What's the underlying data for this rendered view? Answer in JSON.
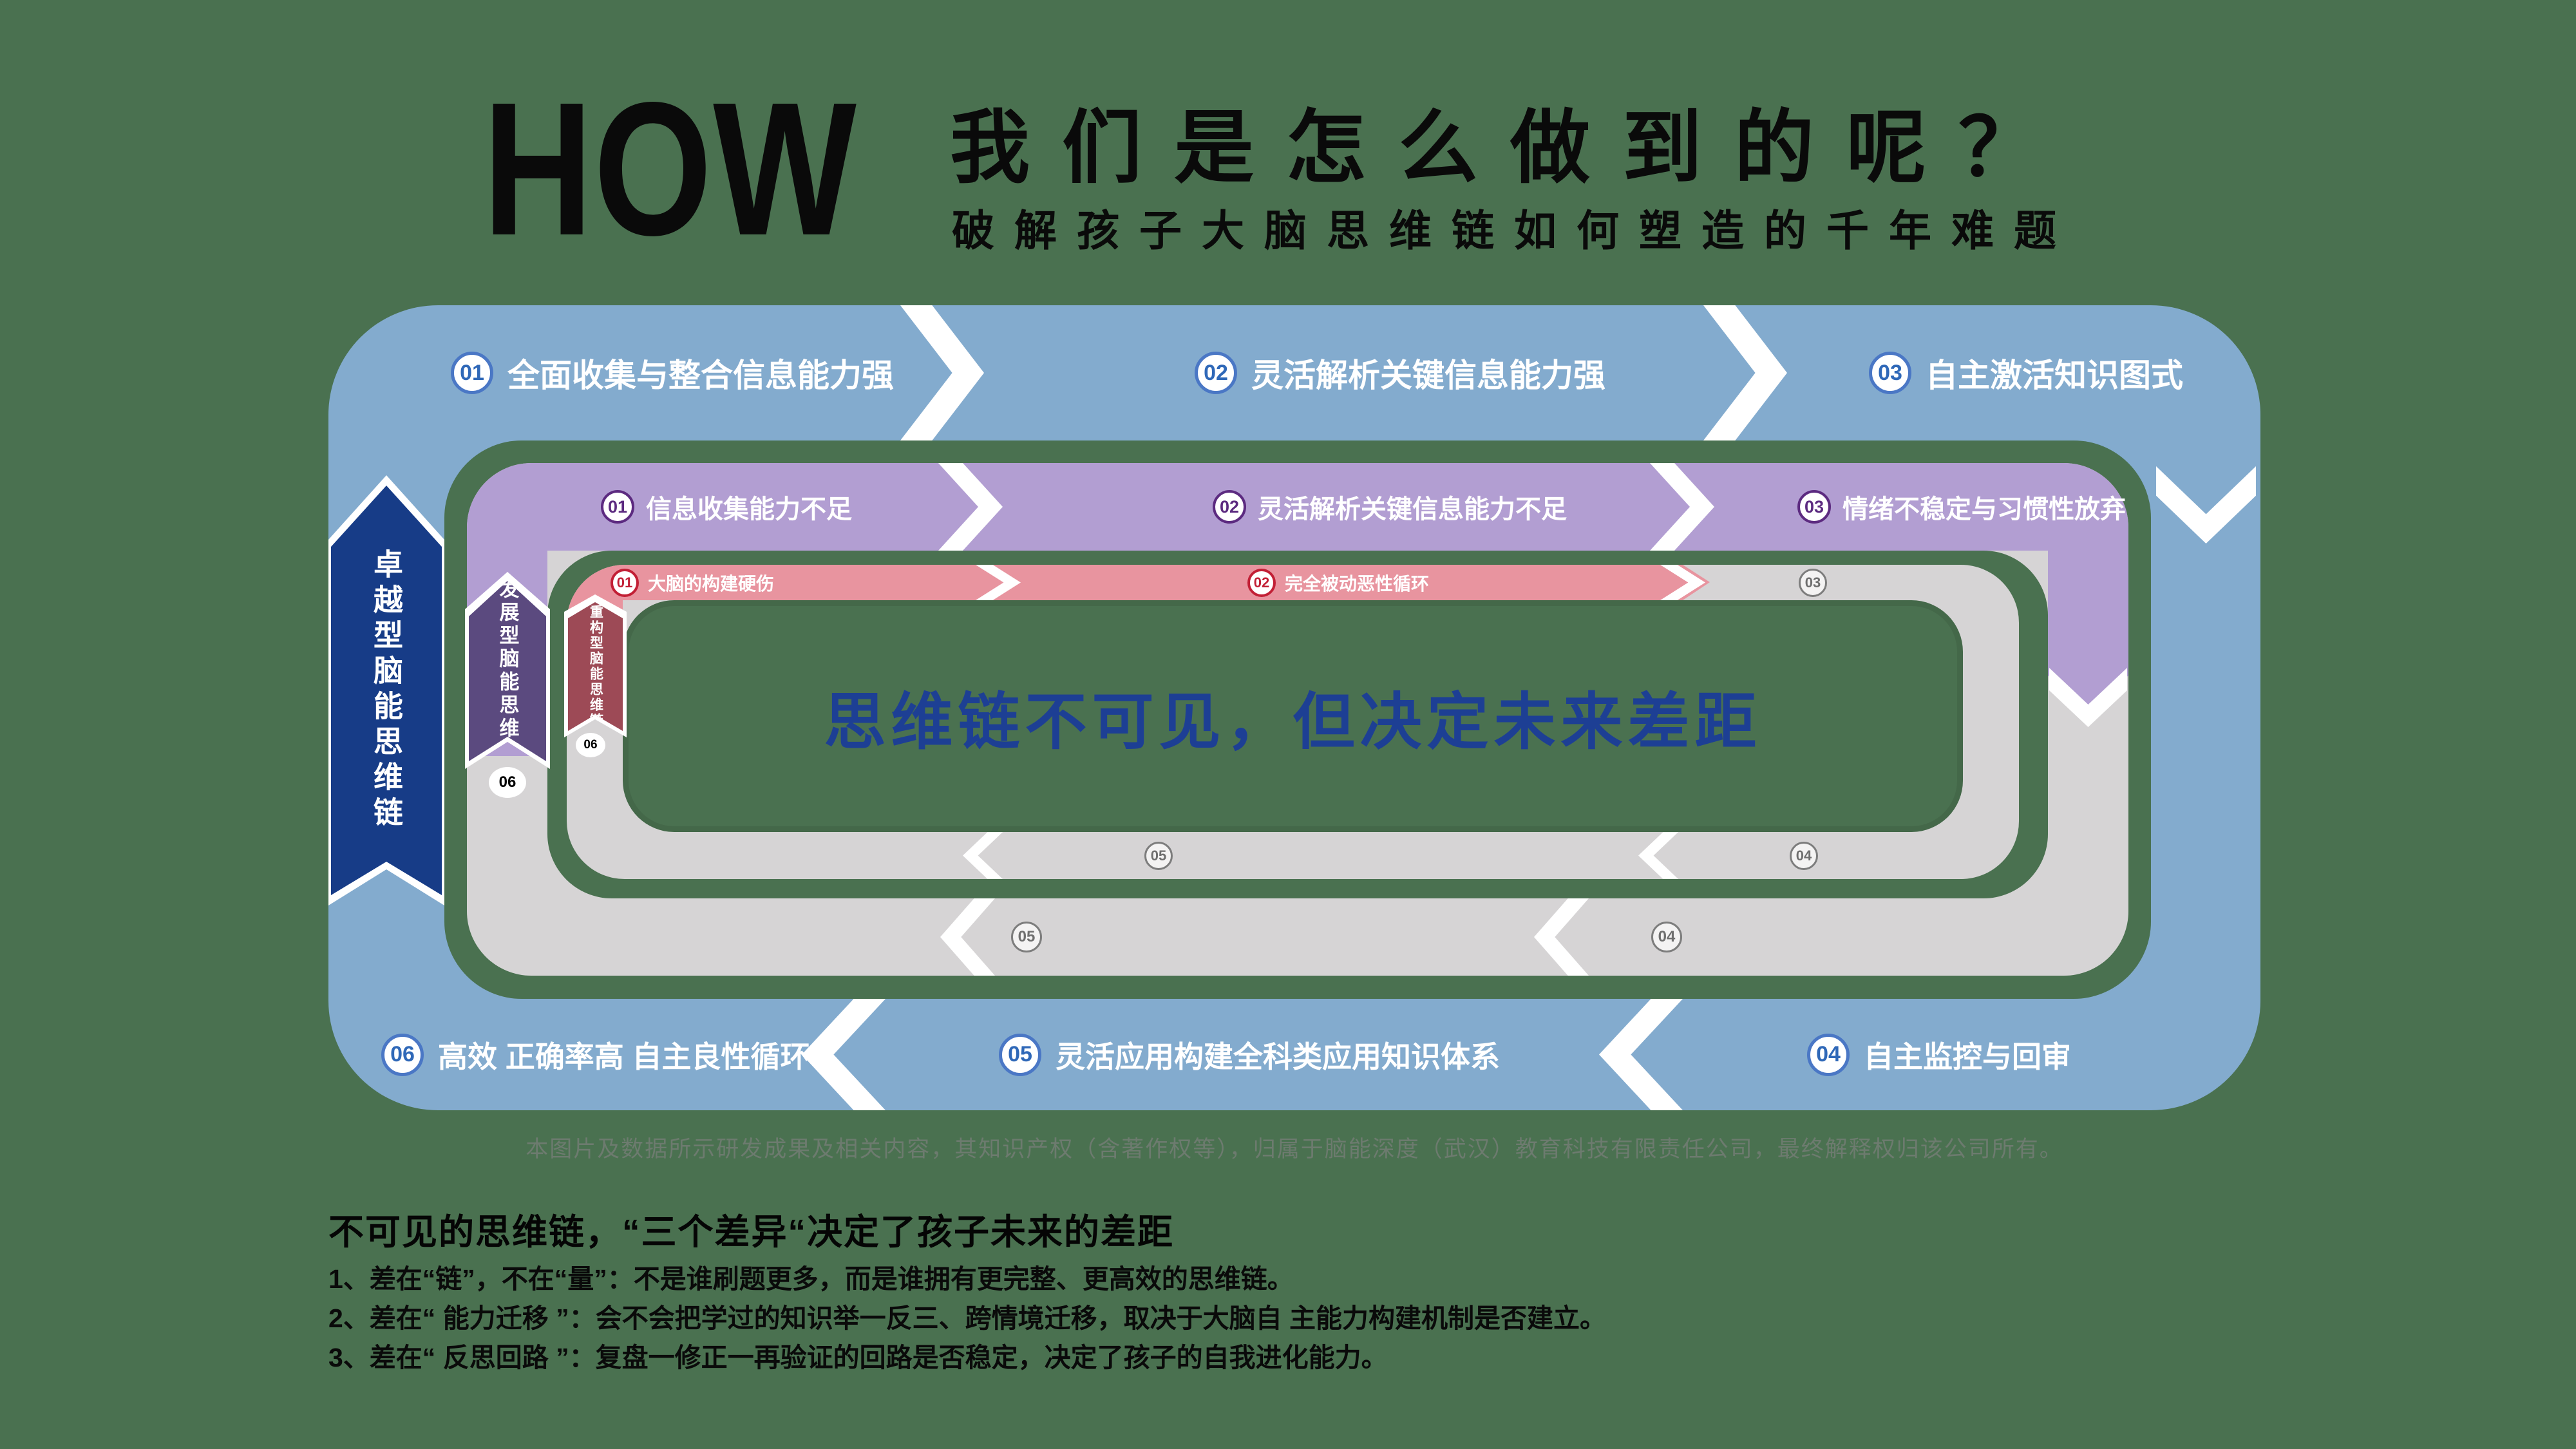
{
  "title": {
    "how": "HOW",
    "main": "我们是怎么做到的呢？",
    "sub": "破解孩子大脑思维链如何塑造的千年难题"
  },
  "banners": {
    "outer": "卓越型脑能思维链",
    "middle": "发展型脑能思维链",
    "inner": "重构型脑能思维链"
  },
  "steps": {
    "outer_top": [
      {
        "num": "01",
        "label": "全面收集与整合信息能力强"
      },
      {
        "num": "02",
        "label": "灵活解析关键信息能力强"
      },
      {
        "num": "03",
        "label": "自主激活知识图式"
      }
    ],
    "outer_bottom": [
      {
        "num": "06",
        "label": "高效 正确率高 自主良性循环"
      },
      {
        "num": "05",
        "label": "灵活应用构建全科类应用知识体系"
      },
      {
        "num": "04",
        "label": "自主监控与回审"
      }
    ],
    "middle_top": [
      {
        "num": "01",
        "label": "信息收集能力不足"
      },
      {
        "num": "02",
        "label": "灵活解析关键信息能力不足"
      },
      {
        "num": "03",
        "label": "情绪不稳定与习惯性放弃"
      }
    ],
    "middle_bottom": [
      {
        "num": "05"
      },
      {
        "num": "04"
      }
    ],
    "middle_loop": "06",
    "inner_top": [
      {
        "num": "01",
        "label": "大脑的构建硬伤"
      },
      {
        "num": "02",
        "label": "完全被动恶性循环"
      },
      {
        "num": "03",
        "label": ""
      }
    ],
    "inner_bottom": [
      {
        "num": "05"
      },
      {
        "num": "04"
      }
    ],
    "inner_loop": "06"
  },
  "center": {
    "text": "思维链不可见，但决定未来差距"
  },
  "disclaimer": "本图片及数据所示研发成果及相关内容，其知识产权（含著作权等），归属于脑能深度（武汉）教育科技有限责任公司，最终解释权归该公司所有。",
  "footer": {
    "heading": "不可见的思维链，“三个差异“决定了孩子未来的差距",
    "points": [
      "1、差在“链”，不在“量”：不是谁刷题更多，而是谁拥有更完整、更高效的思维链。",
      "2、差在“ 能力迁移 ”：会不会把学过的知识举一反三、跨情境迁移，取决于大脑自 主能力构建机制是否建立。",
      "3、差在“ 反思回路 ”：复盘一修正一再验证的回路是否稳定，决定了孩子的自我进化能力。"
    ]
  },
  "colors": {
    "background_green": "#4a7150",
    "outer_ring_blue": "#83abce",
    "excellent_banner_navy": "#173c87",
    "middle_ring_purple": "#b29ed2",
    "develop_banner_purple": "#5b4a7f",
    "inner_ring_pink": "#e8949f",
    "rebuild_banner_maroon": "#9d4a56",
    "gray_track": "#d6d4d5",
    "center_text_blue": "#1d3f94",
    "step_red": "#c21f35"
  }
}
